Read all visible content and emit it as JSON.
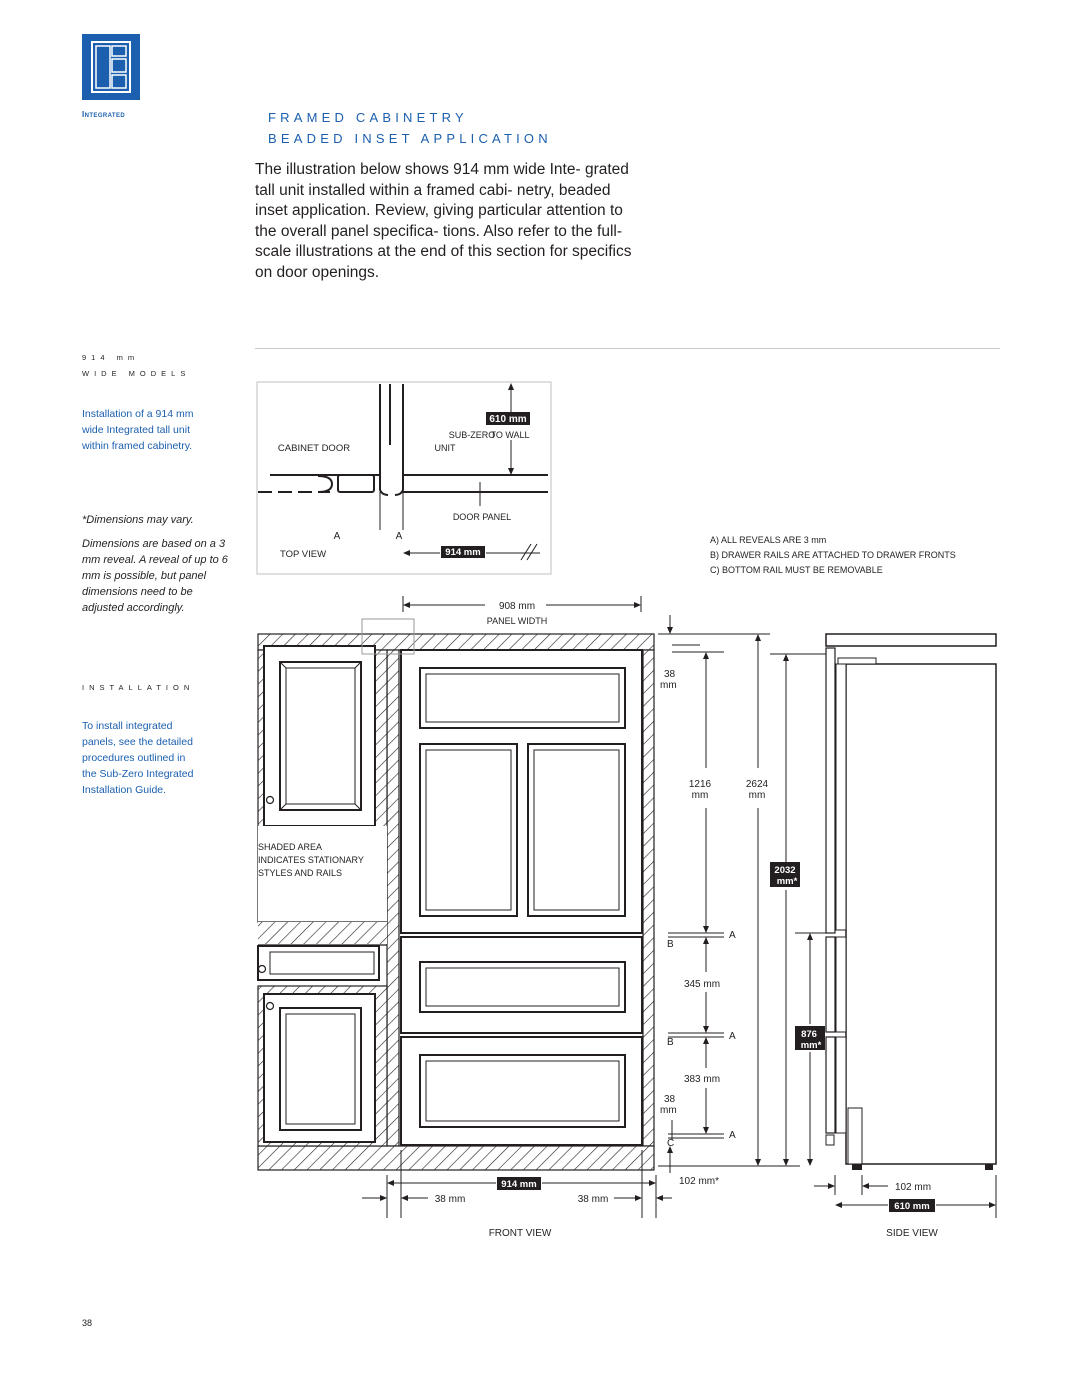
{
  "header": {
    "brand_label": "Integrated",
    "title_line1": "FRAMED CABINETRY",
    "title_line2": "BEADED INSET APPLICATION"
  },
  "intro_text": "The illustration below shows 914 mm wide Inte- grated tall unit installed within a framed cabi- netry, beaded inset application. Review, giving particular attention to the overall panel specifica- tions. Also refer to the full-scale illustrations at the end of this section for specifics on door openings.",
  "sidebar": {
    "heading1_line1": "914 mm",
    "heading1_line2": "WIDE MODELS",
    "caption1": "Installation of a 914 mm wide Integrated tall unit within framed cabinetry.",
    "dims_note": "*Dimensions may vary.",
    "reveal_note": "Dimensions are based on a 3 mm reveal. A reveal of up to 6 mm is possible, but panel dimensions need to be adjusted accordingly.",
    "heading2": "INSTALLATION",
    "caption2": "To install integrated panels, see the detailed procedures outlined in the Sub-Zero Integrated Installation Guide."
  },
  "top_view": {
    "cabinet_door": "CABINET DOOR",
    "subzero": "SUB-ZERO",
    "unit": "UNIT",
    "to_wall": "TO WALL",
    "badge_610": "610 mm",
    "door_panel": "DOOR PANEL",
    "a1": "A",
    "a2": "A",
    "label": "TOP VIEW",
    "badge_914": "914 mm"
  },
  "notes": {
    "a": "A)  ALL REVEALS ARE 3 mm",
    "b": "B)  DRAWER RAILS ARE ATTACHED TO DRAWER FRONTS",
    "c": "C)  BOTTOM RAIL MUST BE REMOVABLE"
  },
  "front_view": {
    "panel_width_value": "908 mm",
    "panel_width_label": "PANEL WIDTH",
    "shaded_line1": "SHADED AREA",
    "shaded_line2": "INDICATES STATIONARY",
    "shaded_line3": "STYLES AND RAILS",
    "dim_38_top_num": "38",
    "dim_38_top_unit": "mm",
    "dim_1216_num": "1216",
    "dim_1216_unit": "mm",
    "dim_2624_num": "2624",
    "dim_2624_unit": "mm",
    "badge_2032_num": "2032",
    "badge_2032_unit": "mm*",
    "marker_a1": "A",
    "marker_b1": "B",
    "dim_345": "345 mm",
    "marker_a2": "A",
    "marker_b2": "B",
    "badge_876_num": "876",
    "badge_876_unit": "mm*",
    "dim_383": "383 mm",
    "dim_38_bot_num": "38",
    "dim_38_bot_unit": "mm",
    "marker_a3": "A",
    "marker_c": "C",
    "dim_102_front": "102 mm*",
    "badge_914": "914 mm",
    "dim_38_left": "38 mm",
    "dim_38_right": "38 mm",
    "label": "FRONT VIEW"
  },
  "side_view": {
    "dim_102": "102 mm",
    "badge_610": "610 mm",
    "label": "SIDE VIEW"
  },
  "page_number": "38",
  "colors": {
    "accent": "#1b5fae",
    "ink": "#231f20",
    "badge": "#231f20"
  }
}
